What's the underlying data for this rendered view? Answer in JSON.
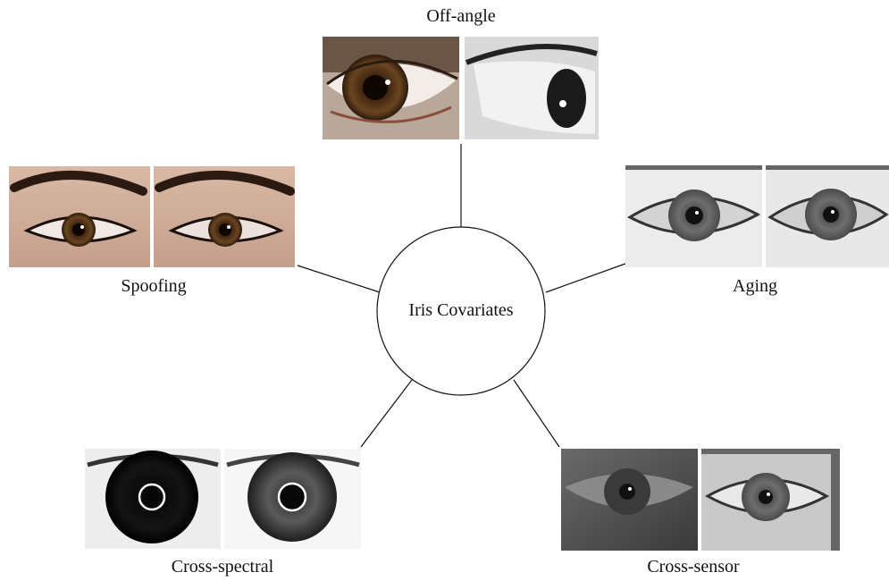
{
  "center": {
    "label": "Iris Covariates"
  },
  "covariates": [
    {
      "id": "off-angle",
      "label": "Off-angle",
      "images": [
        "color-iris-photo",
        "grayscale-off-angle-iris-photo"
      ]
    },
    {
      "id": "aging",
      "label": "Aging",
      "images": [
        "nir-iris-photo-early",
        "nir-iris-photo-later"
      ]
    },
    {
      "id": "cross-sensor",
      "label": "Cross-sensor",
      "images": [
        "nir-iris-photo-sensor-a",
        "nir-iris-photo-sensor-b"
      ]
    },
    {
      "id": "cross-spectral",
      "label": "Cross-spectral",
      "images": [
        "nir-iris-photo",
        "visible-iris-photo"
      ]
    },
    {
      "id": "spoofing",
      "label": "Spoofing",
      "images": [
        "real-eyes-photo",
        "spoof-eyes-photo"
      ]
    }
  ],
  "colors": {
    "line": "#111111",
    "background": "#ffffff"
  }
}
